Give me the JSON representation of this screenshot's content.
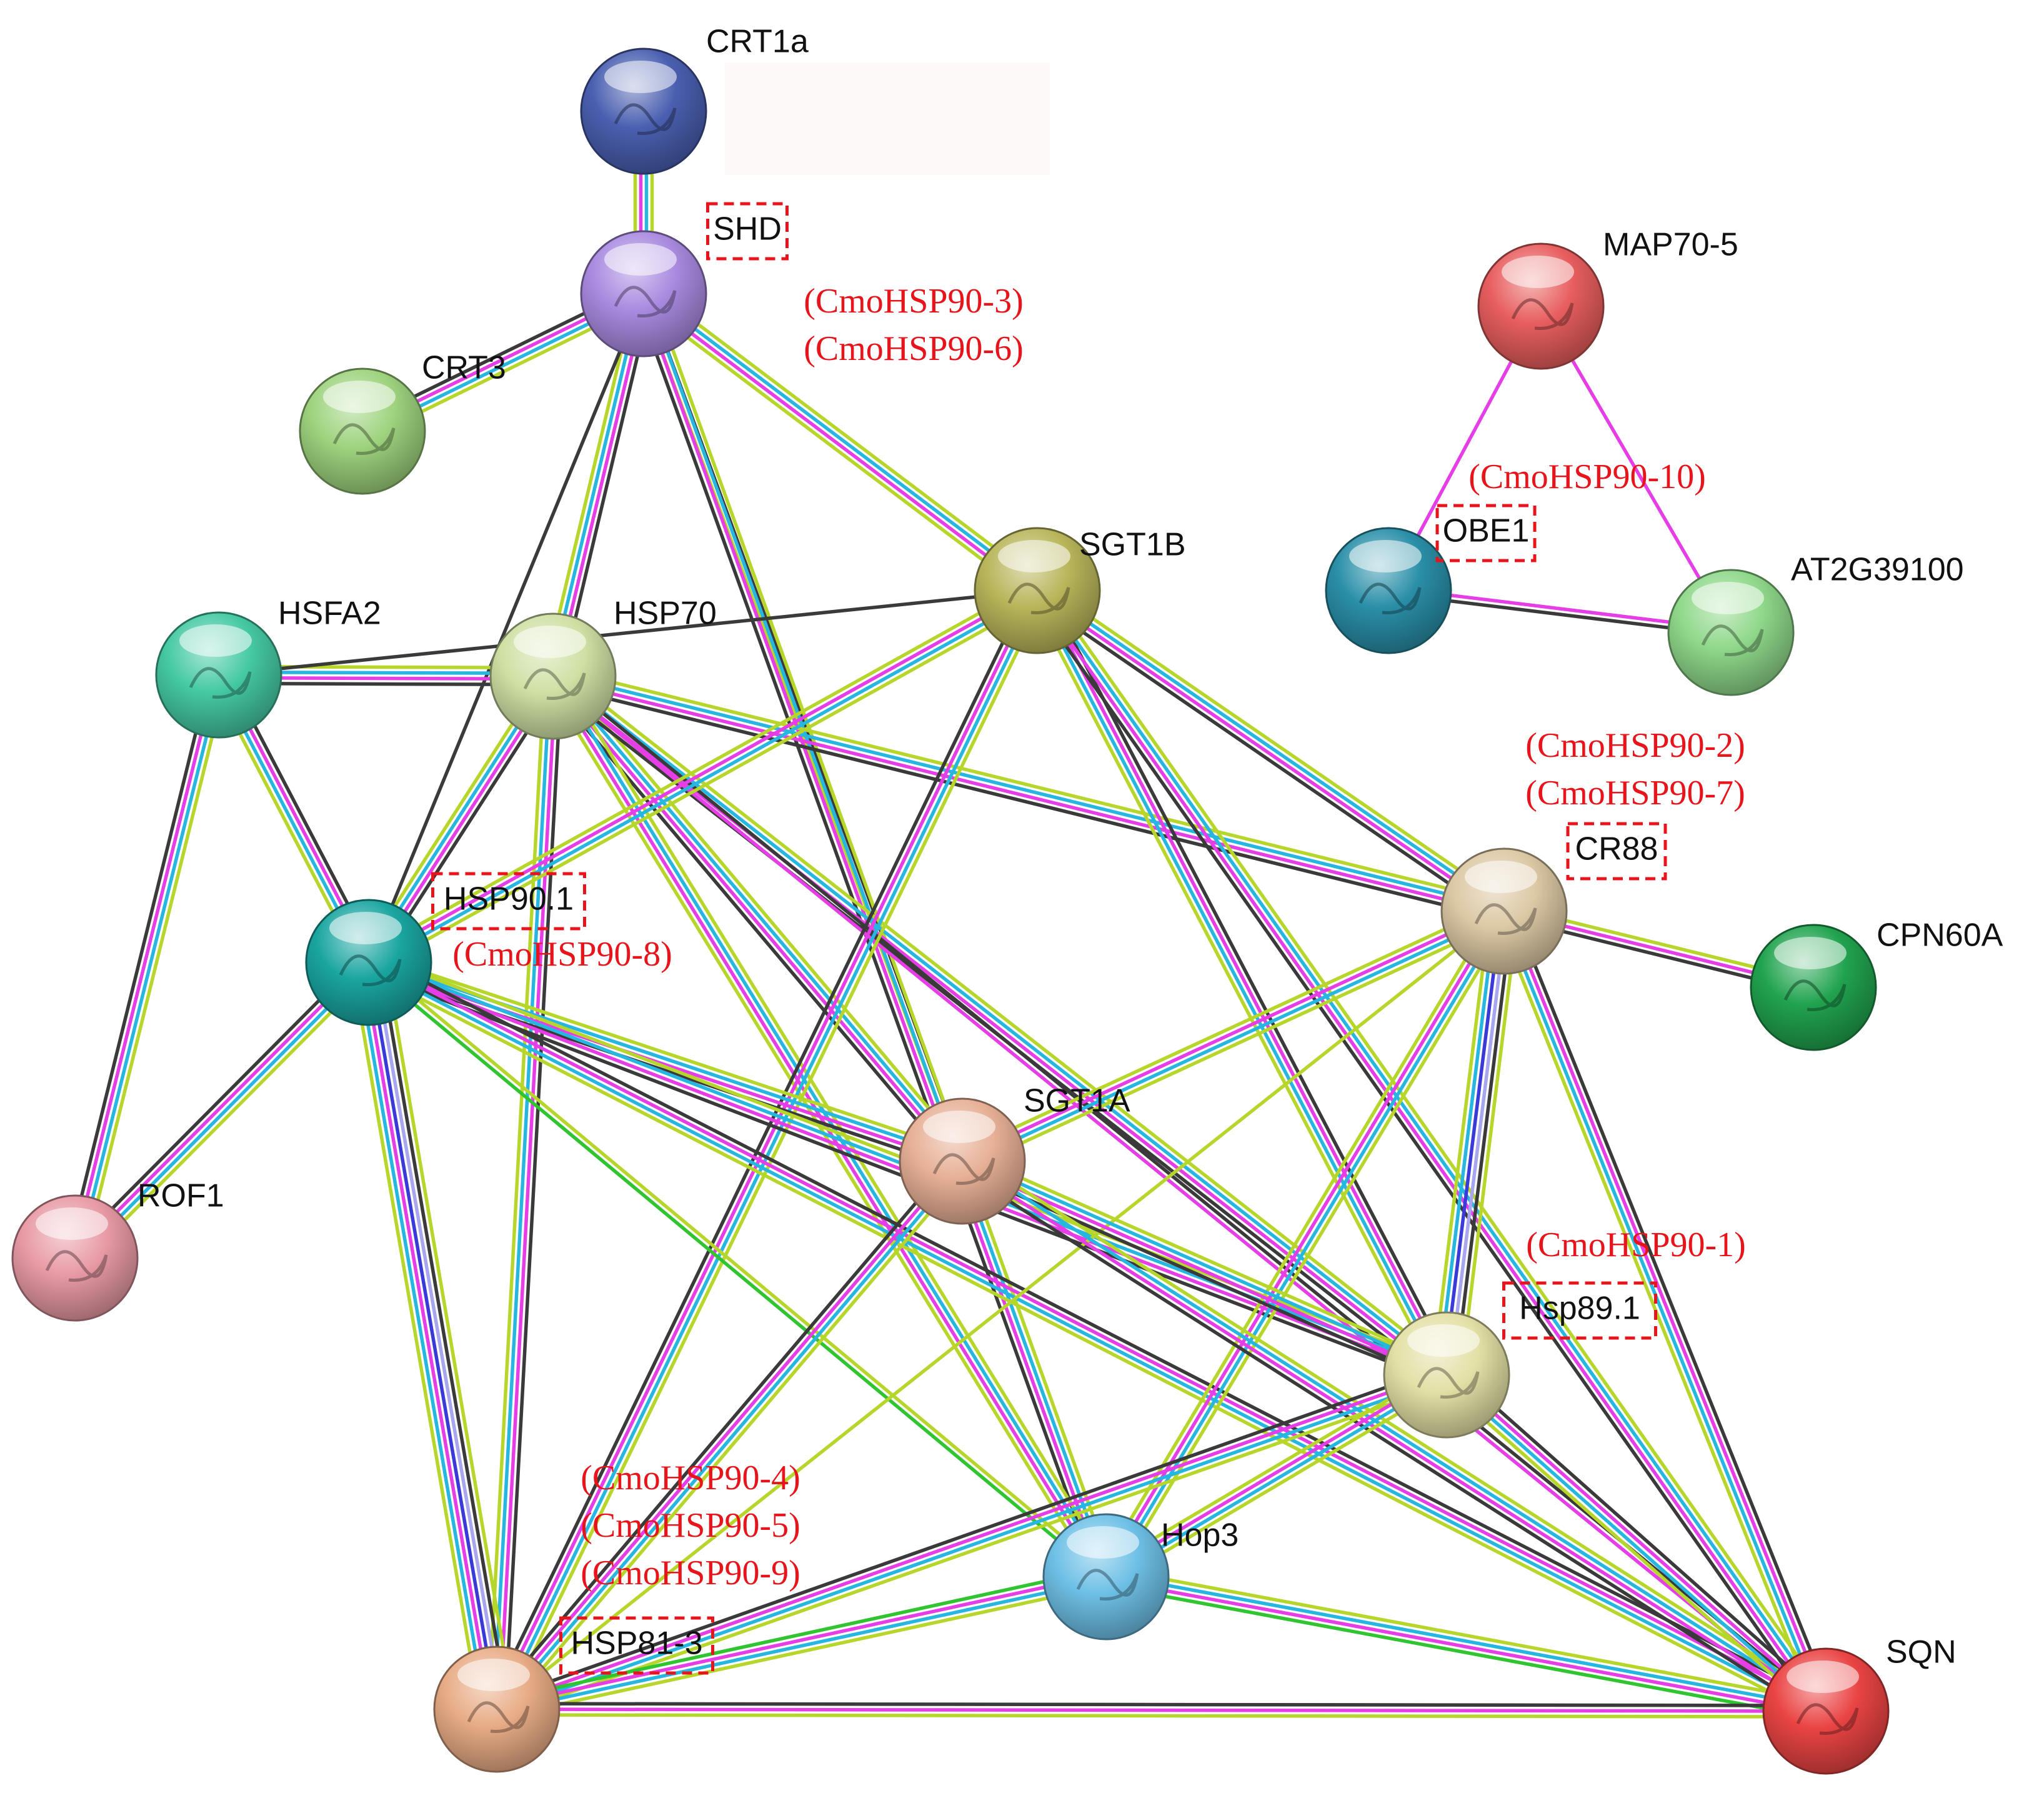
{
  "network": {
    "nodes": [
      {
        "id": "CRT1a",
        "label": "CRT1a",
        "color": "#4a5fb0",
        "boxed": false,
        "cmo": []
      },
      {
        "id": "SHD",
        "label": "SHD",
        "color": "#a98ae0",
        "boxed": true,
        "cmo": [
          "(CmoHSP90-3)",
          "(CmoHSP90-6)"
        ]
      },
      {
        "id": "CRT3",
        "label": "CRT3",
        "color": "#9ed37e",
        "boxed": false,
        "cmo": []
      },
      {
        "id": "MAP70-5",
        "label": "MAP70-5",
        "color": "#e85e5e",
        "boxed": false,
        "cmo": []
      },
      {
        "id": "OBE1",
        "label": "OBE1",
        "color": "#2a8fa8",
        "boxed": true,
        "cmo": [
          "(CmoHSP90-10)"
        ]
      },
      {
        "id": "AT2G39100",
        "label": "AT2G39100",
        "color": "#8fd88a",
        "boxed": false,
        "cmo": []
      },
      {
        "id": "SGT1B",
        "label": "SGT1B",
        "color": "#b8b55a",
        "boxed": false,
        "cmo": []
      },
      {
        "id": "HSFA2",
        "label": "HSFA2",
        "color": "#45c9a4",
        "boxed": false,
        "cmo": []
      },
      {
        "id": "HSP70",
        "label": "HSP70",
        "color": "#cfe0a4",
        "boxed": false,
        "cmo": []
      },
      {
        "id": "CR88",
        "label": "CR88",
        "color": "#dcc8a4",
        "boxed": true,
        "cmo": [
          "(CmoHSP90-2)",
          "(CmoHSP90-7)"
        ]
      },
      {
        "id": "CPN60A",
        "label": "CPN60A",
        "color": "#21a34f",
        "boxed": false,
        "cmo": []
      },
      {
        "id": "HSP90.1",
        "label": "HSP90.1",
        "color": "#1aa5a0",
        "boxed": true,
        "cmo": [
          "(CmoHSP90-8)"
        ]
      },
      {
        "id": "SGT1A",
        "label": "SGT1A",
        "color": "#e7b096",
        "boxed": false,
        "cmo": []
      },
      {
        "id": "ROF1",
        "label": "ROF1",
        "color": "#e89aa5",
        "boxed": false,
        "cmo": []
      },
      {
        "id": "Hsp89.1",
        "label": "Hsp89.1",
        "color": "#e3e0a6",
        "boxed": true,
        "cmo": [
          "(CmoHSP90-1)"
        ]
      },
      {
        "id": "Hop3",
        "label": "Hop3",
        "color": "#6ec0e6",
        "boxed": false,
        "cmo": []
      },
      {
        "id": "HSP81-3",
        "label": "HSP81-3",
        "color": "#e8ac86",
        "boxed": true,
        "cmo": [
          "(CmoHSP90-4)",
          "(CmoHSP90-5)",
          "(CmoHSP90-9)"
        ]
      },
      {
        "id": "SQN",
        "label": "SQN",
        "color": "#ea4444",
        "boxed": false,
        "cmo": []
      }
    ],
    "edge_colors": {
      "black": "#3a3a3a",
      "magenta": "#e63ee6",
      "cyan": "#27b6e0",
      "lime": "#b7d62c",
      "green": "#2fc430",
      "blue": "#3a3ad8",
      "lavender": "#a9a6f0"
    },
    "edges": [
      {
        "s": "CRT1a",
        "t": "SHD",
        "types": [
          "lime",
          "cyan",
          "magenta",
          "lime"
        ]
      },
      {
        "s": "SHD",
        "t": "CRT3",
        "types": [
          "lime",
          "cyan",
          "magenta",
          "black"
        ]
      },
      {
        "s": "SHD",
        "t": "HSP70",
        "types": [
          "black",
          "magenta",
          "cyan",
          "lime"
        ]
      },
      {
        "s": "SHD",
        "t": "SGT1B",
        "types": [
          "lime",
          "cyan",
          "magenta",
          "lime"
        ]
      },
      {
        "s": "SHD",
        "t": "SGT1A",
        "types": [
          "black",
          "lime"
        ]
      },
      {
        "s": "SHD",
        "t": "HSP90.1",
        "types": [
          "black"
        ]
      },
      {
        "s": "SHD",
        "t": "Hop3",
        "types": [
          "lime",
          "cyan",
          "magenta",
          "black"
        ]
      },
      {
        "s": "HSFA2",
        "t": "HSP70",
        "types": [
          "lime",
          "cyan",
          "magenta",
          "black"
        ]
      },
      {
        "s": "HSFA2",
        "t": "HSP90.1",
        "types": [
          "black",
          "magenta",
          "cyan",
          "lime"
        ]
      },
      {
        "s": "HSFA2",
        "t": "ROF1",
        "types": [
          "lime",
          "cyan",
          "magenta",
          "black"
        ]
      },
      {
        "s": "HSP70",
        "t": "HSP90.1",
        "types": [
          "black",
          "magenta",
          "cyan",
          "lime"
        ]
      },
      {
        "s": "HSP70",
        "t": "CR88",
        "types": [
          "lime",
          "cyan",
          "magenta",
          "black"
        ]
      },
      {
        "s": "HSP70",
        "t": "SGT1A",
        "types": [
          "lime",
          "cyan",
          "magenta",
          "black"
        ]
      },
      {
        "s": "HSP70",
        "t": "HSP81-3",
        "types": [
          "black",
          "magenta",
          "cyan",
          "lime"
        ]
      },
      {
        "s": "HSP70",
        "t": "Hsp89.1",
        "types": [
          "lime",
          "cyan",
          "magenta",
          "black"
        ]
      },
      {
        "s": "HSP70",
        "t": "Hop3",
        "types": [
          "lime",
          "cyan",
          "magenta",
          "lime"
        ]
      },
      {
        "s": "HSP70",
        "t": "SQN",
        "types": [
          "black",
          "magenta"
        ]
      },
      {
        "s": "SGT1B",
        "t": "HSP90.1",
        "types": [
          "lime",
          "cyan",
          "magenta",
          "lime"
        ]
      },
      {
        "s": "SGT1B",
        "t": "HSP81-3",
        "types": [
          "lime",
          "cyan",
          "magenta",
          "black"
        ]
      },
      {
        "s": "SGT1B",
        "t": "CR88",
        "types": [
          "lime",
          "cyan",
          "magenta",
          "black"
        ]
      },
      {
        "s": "SGT1B",
        "t": "Hsp89.1",
        "types": [
          "black",
          "magenta",
          "cyan",
          "lime"
        ]
      },
      {
        "s": "SGT1B",
        "t": "SQN",
        "types": [
          "lime",
          "cyan",
          "magenta",
          "black"
        ]
      },
      {
        "s": "SGT1B",
        "t": "HSFA2",
        "types": [
          "black"
        ]
      },
      {
        "s": "HSP90.1",
        "t": "ROF1",
        "types": [
          "lime",
          "cyan",
          "magenta",
          "black"
        ]
      },
      {
        "s": "HSP90.1",
        "t": "HSP81-3",
        "types": [
          "lime",
          "black",
          "lavender",
          "blue",
          "magenta",
          "cyan",
          "lime"
        ]
      },
      {
        "s": "HSP90.1",
        "t": "SGT1A",
        "types": [
          "lime",
          "cyan",
          "magenta",
          "black"
        ]
      },
      {
        "s": "HSP90.1",
        "t": "Hsp89.1",
        "types": [
          "lime",
          "cyan",
          "magenta",
          "black"
        ]
      },
      {
        "s": "HSP90.1",
        "t": "Hop3",
        "types": [
          "lime",
          "green"
        ]
      },
      {
        "s": "HSP90.1",
        "t": "SQN",
        "types": [
          "black",
          "magenta",
          "cyan",
          "lime"
        ]
      },
      {
        "s": "CR88",
        "t": "CPN60A",
        "types": [
          "lime",
          "magenta",
          "black"
        ]
      },
      {
        "s": "CR88",
        "t": "SGT1A",
        "types": [
          "lime",
          "cyan",
          "magenta",
          "lime"
        ]
      },
      {
        "s": "CR88",
        "t": "Hsp89.1",
        "types": [
          "lime",
          "black",
          "lavender",
          "blue",
          "cyan",
          "lime"
        ]
      },
      {
        "s": "CR88",
        "t": "Hop3",
        "types": [
          "lime",
          "cyan",
          "magenta",
          "lime"
        ]
      },
      {
        "s": "CR88",
        "t": "HSP81-3",
        "types": [
          "lime"
        ]
      },
      {
        "s": "CR88",
        "t": "SQN",
        "types": [
          "black",
          "magenta",
          "cyan",
          "lime"
        ]
      },
      {
        "s": "SGT1A",
        "t": "HSP81-3",
        "types": [
          "lime",
          "cyan",
          "magenta",
          "black"
        ]
      },
      {
        "s": "SGT1A",
        "t": "Hsp89.1",
        "types": [
          "lime",
          "cyan",
          "magenta",
          "black"
        ]
      },
      {
        "s": "SGT1A",
        "t": "SQN",
        "types": [
          "lime",
          "cyan",
          "magenta",
          "black"
        ]
      },
      {
        "s": "Hsp89.1",
        "t": "HSP81-3",
        "types": [
          "lime",
          "cyan",
          "magenta",
          "black"
        ]
      },
      {
        "s": "Hsp89.1",
        "t": "Hop3",
        "types": [
          "lime",
          "cyan",
          "magenta",
          "lime"
        ]
      },
      {
        "s": "Hsp89.1",
        "t": "SQN",
        "types": [
          "black",
          "magenta",
          "cyan",
          "lime"
        ]
      },
      {
        "s": "Hop3",
        "t": "HSP81-3",
        "types": [
          "lime",
          "cyan",
          "magenta",
          "green"
        ]
      },
      {
        "s": "Hop3",
        "t": "SQN",
        "types": [
          "lime",
          "cyan",
          "magenta",
          "green"
        ]
      },
      {
        "s": "HSP81-3",
        "t": "SQN",
        "types": [
          "black",
          "magenta",
          "lime"
        ]
      },
      {
        "s": "MAP70-5",
        "t": "OBE1",
        "types": [
          "magenta"
        ]
      },
      {
        "s": "MAP70-5",
        "t": "AT2G39100",
        "types": [
          "magenta"
        ]
      },
      {
        "s": "OBE1",
        "t": "AT2G39100",
        "types": [
          "magenta",
          "black"
        ]
      }
    ]
  }
}
